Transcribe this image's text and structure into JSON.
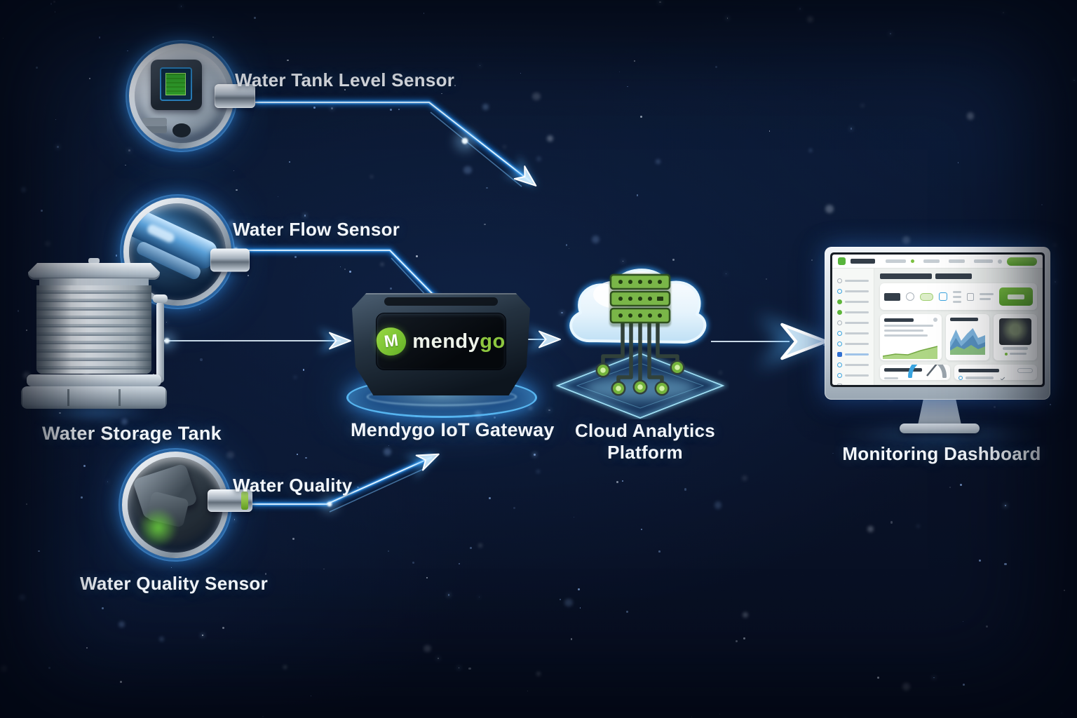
{
  "diagram": {
    "title_implicit": "Mendygo IoT water monitoring architecture",
    "colors": {
      "background": "#0a142b",
      "arrow_blue": "#3fa3f5",
      "arrow_core": "#e4f4ff",
      "brand_green": "#8dc63f",
      "server_green": "#7ab648",
      "label_text": "#f2f6fb"
    },
    "nodes": {
      "tank_level_sensor": {
        "label": "Water Tank Level Sensor"
      },
      "flow_sensor": {
        "label": "Water Flow Sensor"
      },
      "storage_tank": {
        "label": "Water Storage Tank"
      },
      "quality_sensor": {
        "flow_label": "Water Quality",
        "label": "Water Quality Sensor"
      },
      "gateway": {
        "label": "Mendygo IoT Gateway",
        "brand_prefix": "mendy",
        "brand_suffix": "go",
        "logo_letter": "M"
      },
      "cloud": {
        "label_line1": "Cloud Analytics",
        "label_line2": "Platform"
      },
      "dashboard": {
        "label": "Monitoring Dashboard"
      }
    }
  }
}
